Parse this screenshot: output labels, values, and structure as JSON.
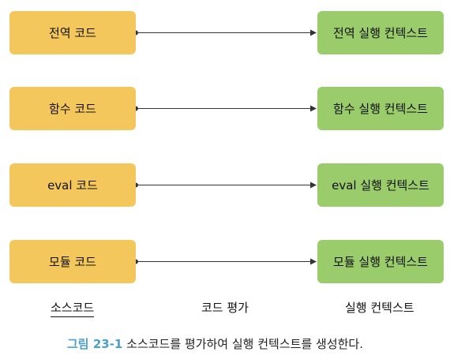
{
  "rows": [
    {
      "source": "전역 코드",
      "context": "전역 실행 컨텍스트"
    },
    {
      "source": "함수 코드",
      "context": "함수 실행 컨텍스트"
    },
    {
      "source": "eval 코드",
      "context": "eval 실행 컨텍스트"
    },
    {
      "source": "모듈 코드",
      "context": "모듈 실행 컨텍스트"
    }
  ],
  "labels": {
    "source": "소스코드",
    "evaluation": "코드 평가",
    "context": "실행 컨텍스트"
  },
  "caption": {
    "figure": "그림 23-1",
    "text": "소스코드를 평가하여 실행 컨텍스트를 생성한다."
  },
  "colors": {
    "source_box": "#f4c75d",
    "context_box": "#9acc6c",
    "caption_accent": "#4a9fd0"
  }
}
